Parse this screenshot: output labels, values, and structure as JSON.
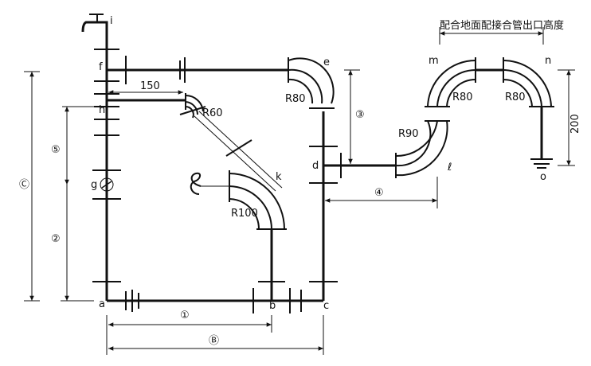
{
  "nodes": {
    "a": "a",
    "b": "b",
    "c": "c",
    "d": "d",
    "e": "e",
    "f": "f",
    "g": "g",
    "h": "h",
    "i": "i",
    "k": "k",
    "l": "ℓ",
    "m": "m",
    "n": "n",
    "o": "o"
  },
  "bends": {
    "e": "R80",
    "h": "R60",
    "k": "R100",
    "l": "R90",
    "m": "R80",
    "n": "R80"
  },
  "dimensions": {
    "d1": "①",
    "dB": "Ⓑ",
    "dC": "Ⓒ",
    "d2": "②",
    "d3": "③",
    "d4": "④",
    "d5": "⑤",
    "hf": "150",
    "no": "200",
    "top_note": "配合地面配接合管出口高度"
  },
  "symbols": {
    "faucet": "faucet-icon",
    "gauge": "gauge-icon",
    "ground": "ground-icon",
    "coil": "coil-icon"
  }
}
